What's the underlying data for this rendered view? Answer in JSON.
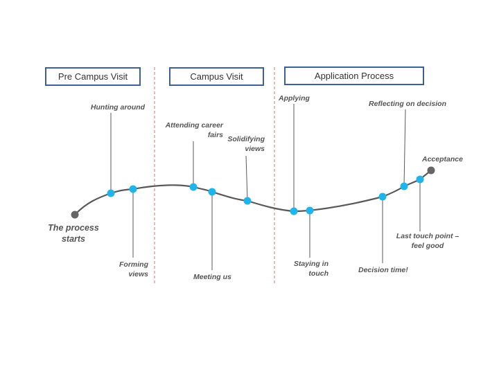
{
  "phases": [
    {
      "label": "Pre Campus Visit"
    },
    {
      "label": "Campus Visit"
    },
    {
      "label": "Application Process"
    }
  ],
  "touchpoints": {
    "start": "The process starts",
    "hunting": "Hunting around",
    "forming": "Forming views",
    "career": "Attending career fairs",
    "meeting": "Meeting us",
    "solidifying": "Solidifying views",
    "applying": "Applying",
    "staying": "Staying in touch",
    "decision": "Decision time!",
    "reflecting": "Reflecting on decision",
    "lasttouch": "Last touch point – feel good",
    "acceptance": "Acceptance"
  },
  "colors": {
    "curve": "#595959",
    "point": "#1fb5ea",
    "endpoint": "#666666",
    "box_border": "#3d5f93",
    "divider": "#e08a8a"
  }
}
